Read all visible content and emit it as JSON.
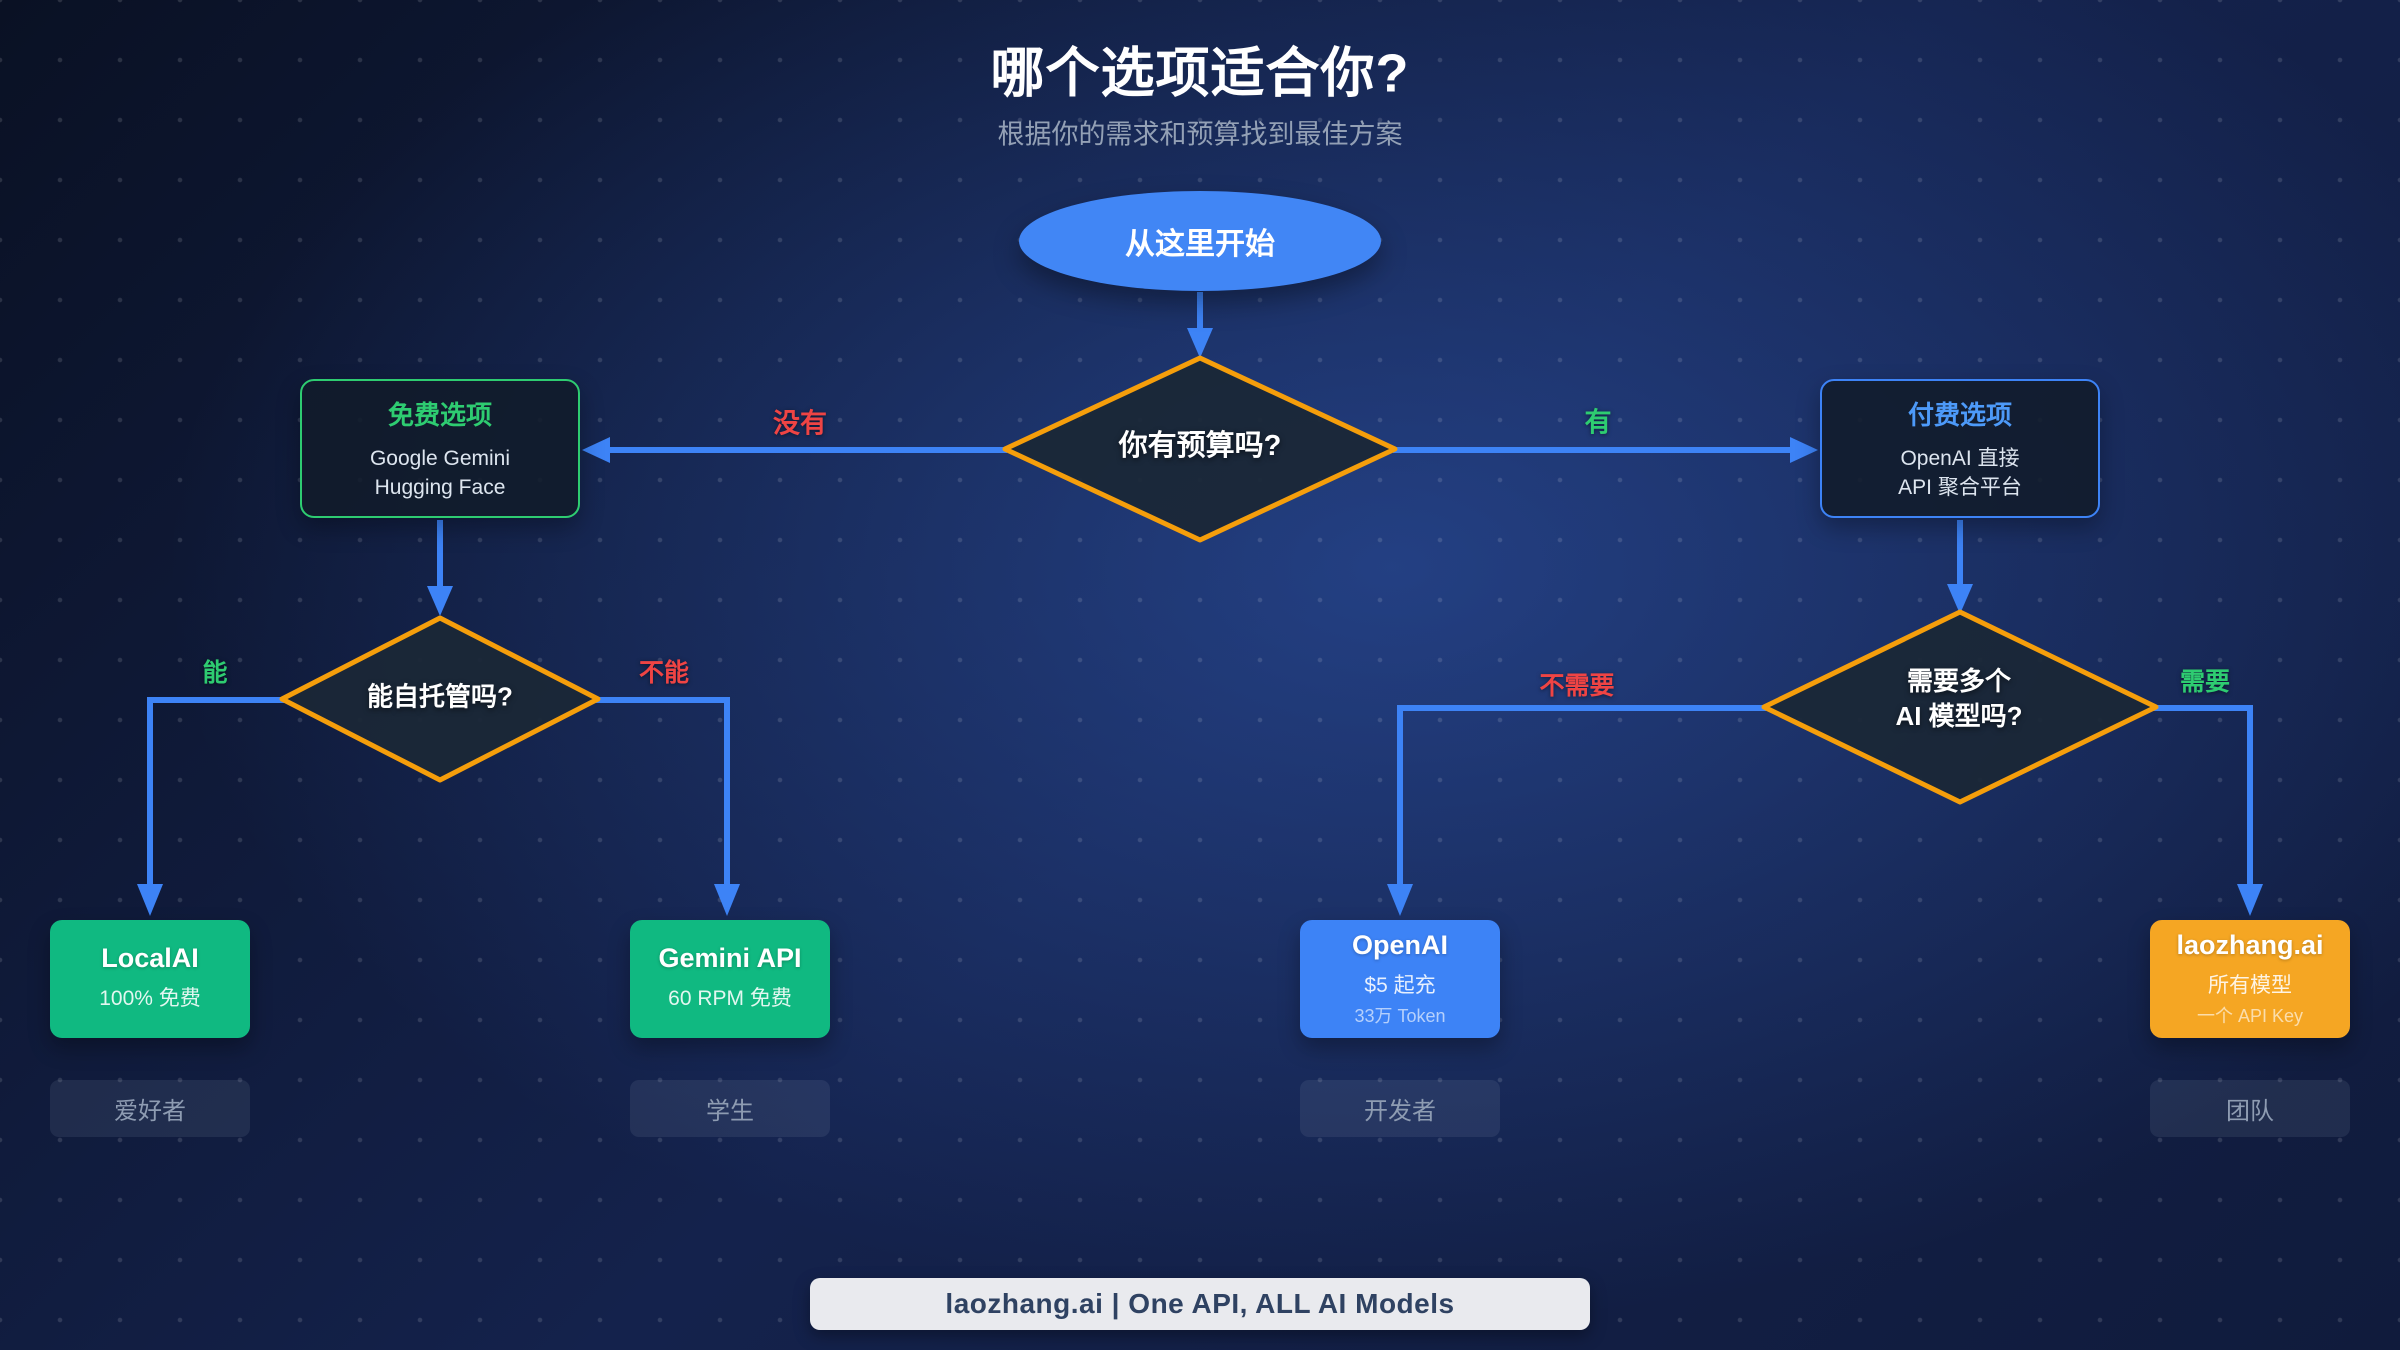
{
  "page": {
    "title": "哪个选项适合你?",
    "subtitle": "根据你的需求和预算找到最佳方案",
    "footer": "laozhang.ai | One API, ALL AI Models"
  },
  "flow": {
    "start": "从这里开始",
    "decisions": {
      "budget": "你有预算吗?",
      "selfhost": "能自托管吗?",
      "multimodel": "需要多个\nAI 模型吗?"
    },
    "edges": {
      "budget_no": "没有",
      "budget_yes": "有",
      "selfhost_yes": "能",
      "selfhost_no": "不能",
      "multi_no": "不需要",
      "multi_yes": "需要"
    },
    "options": {
      "free": {
        "title": "免费选项",
        "items": [
          "Google Gemini",
          "Hugging Face"
        ]
      },
      "paid": {
        "title": "付费选项",
        "items": [
          "OpenAI 直接",
          "API 聚合平台"
        ]
      }
    },
    "results": [
      {
        "name": "LocalAI",
        "detail": "100% 免费",
        "extra": "",
        "audience": "爱好者",
        "color": "#10b981"
      },
      {
        "name": "Gemini API",
        "detail": "60 RPM 免费",
        "extra": "",
        "audience": "学生",
        "color": "#10b981"
      },
      {
        "name": "OpenAI",
        "detail": "$5 起充",
        "extra": "33万 Token",
        "audience": "开发者",
        "color": "#3d83f6"
      },
      {
        "name": "laozhang.ai",
        "detail": "所有模型",
        "extra": "一个 API Key",
        "audience": "团队",
        "color": "#f5a623"
      }
    ]
  },
  "colors": {
    "connector_blue": "#3d83f6",
    "diamond_border_orange": "#f59e0b",
    "diamond_fill": "#1b2736",
    "label_green": "#2ecc71",
    "label_red": "#ef4444",
    "start_blue": "#4186f5"
  }
}
